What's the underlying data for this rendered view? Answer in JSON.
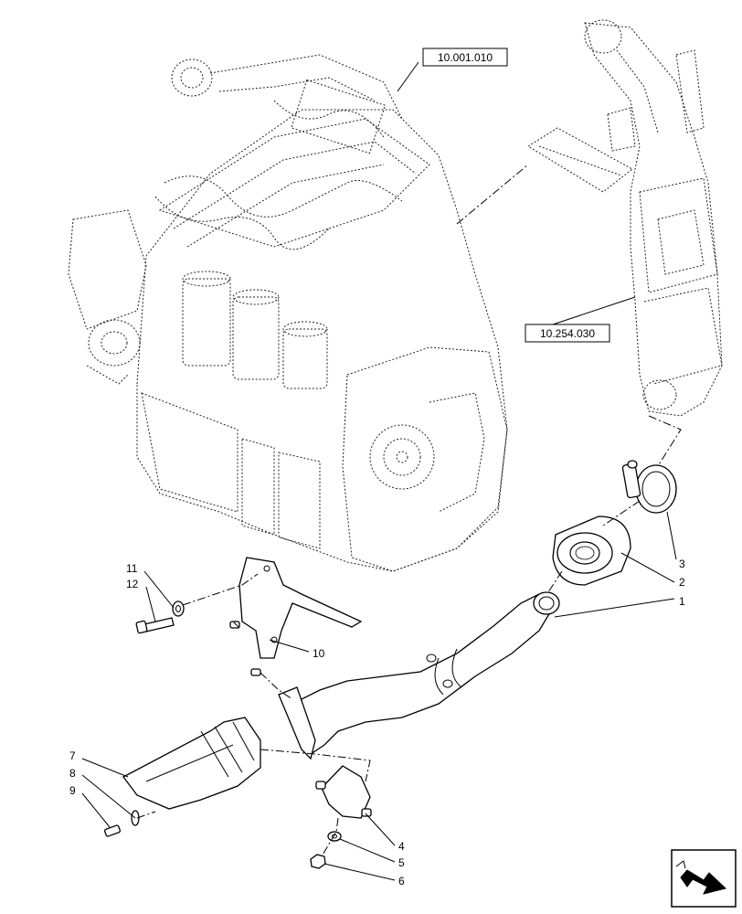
{
  "references": [
    {
      "id": "ref-engine",
      "label": "10.001.010"
    },
    {
      "id": "ref-catalyst",
      "label": "10.254.030"
    }
  ],
  "callouts": [
    {
      "id": "1",
      "label": "1"
    },
    {
      "id": "2",
      "label": "2"
    },
    {
      "id": "3",
      "label": "3"
    },
    {
      "id": "4",
      "label": "4"
    },
    {
      "id": "5",
      "label": "5"
    },
    {
      "id": "6",
      "label": "6"
    },
    {
      "id": "7",
      "label": "7"
    },
    {
      "id": "8",
      "label": "8"
    },
    {
      "id": "9",
      "label": "9"
    },
    {
      "id": "10",
      "label": "10"
    },
    {
      "id": "11",
      "label": "11"
    },
    {
      "id": "12",
      "label": "12"
    }
  ],
  "icons": {
    "navigation": "next-page-arrow-icon"
  }
}
